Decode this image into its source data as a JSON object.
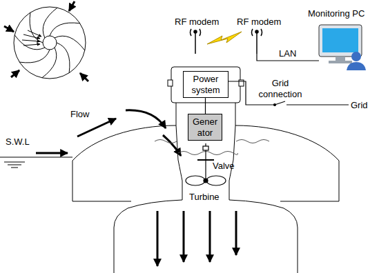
{
  "diagram": {
    "nodes": [
      {
        "text": [
          "Power system"
        ]
      },
      {
        "text": [
          "Gener ator"
        ]
      }
    ],
    "edges": [
      {
        "from": 0,
        "to": 1,
        "arrow": "none"
      }
    ],
    "labels": [
      "RF modem",
      "RF modem",
      "Monitoring PC",
      "LAN",
      "Grid connection",
      "Grid",
      "Flow",
      "S.W.L",
      "Valve",
      "Turbine"
    ]
  }
}
